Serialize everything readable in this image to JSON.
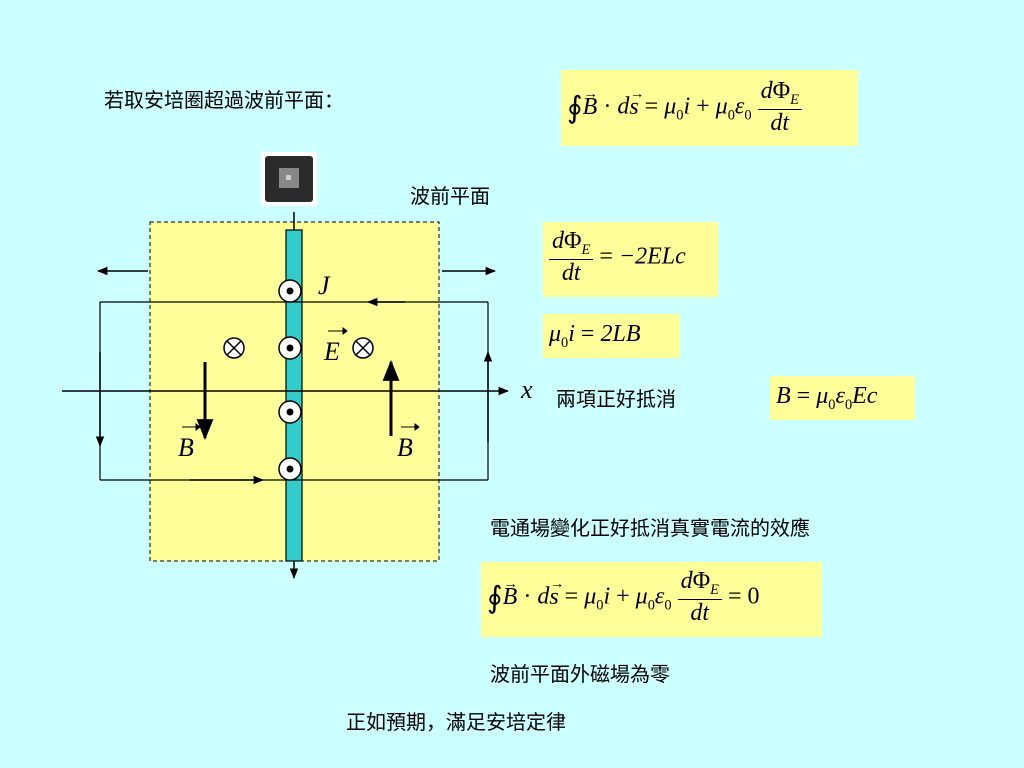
{
  "texts": {
    "heading": "若取安培圈超過波前平面：",
    "wavefront_label": "波前平面",
    "cancel_terms": "兩項正好抵消",
    "flux_cancels_current": "電通場變化正好抵消真實電流的效應",
    "field_zero": "波前平面外磁場為零",
    "conclusion": "正如預期，滿足安培定律"
  },
  "diagram_labels": {
    "current": "J",
    "e_field": "E",
    "b_left": "B",
    "b_right": "B",
    "x_axis": "x"
  },
  "equations": {
    "ampere_maxwell": "∮B·ds = μ0 i + μ0 ε0 dΦE/dt",
    "flux_rate": "dΦE/dt = −2ELc",
    "current_term": "μ0 i = 2LB",
    "b_relation": "B = μ0 ε0 Ec",
    "ampere_zero": "∮B·ds = μ0 i + μ0 ε0 dΦE/dt = 0"
  },
  "equation_parts": {
    "rhs_zero": "0",
    "flux_rate_rhs": "−2ELc",
    "current_rhs": "2LB"
  },
  "colors": {
    "background": "#ccffff",
    "highlight": "#ffff99",
    "sheet": "#33cccc"
  },
  "icons": [
    "out-of-page-dot-icon",
    "into-page-cross-icon",
    "arrow-icon",
    "source-chip-icon"
  ]
}
